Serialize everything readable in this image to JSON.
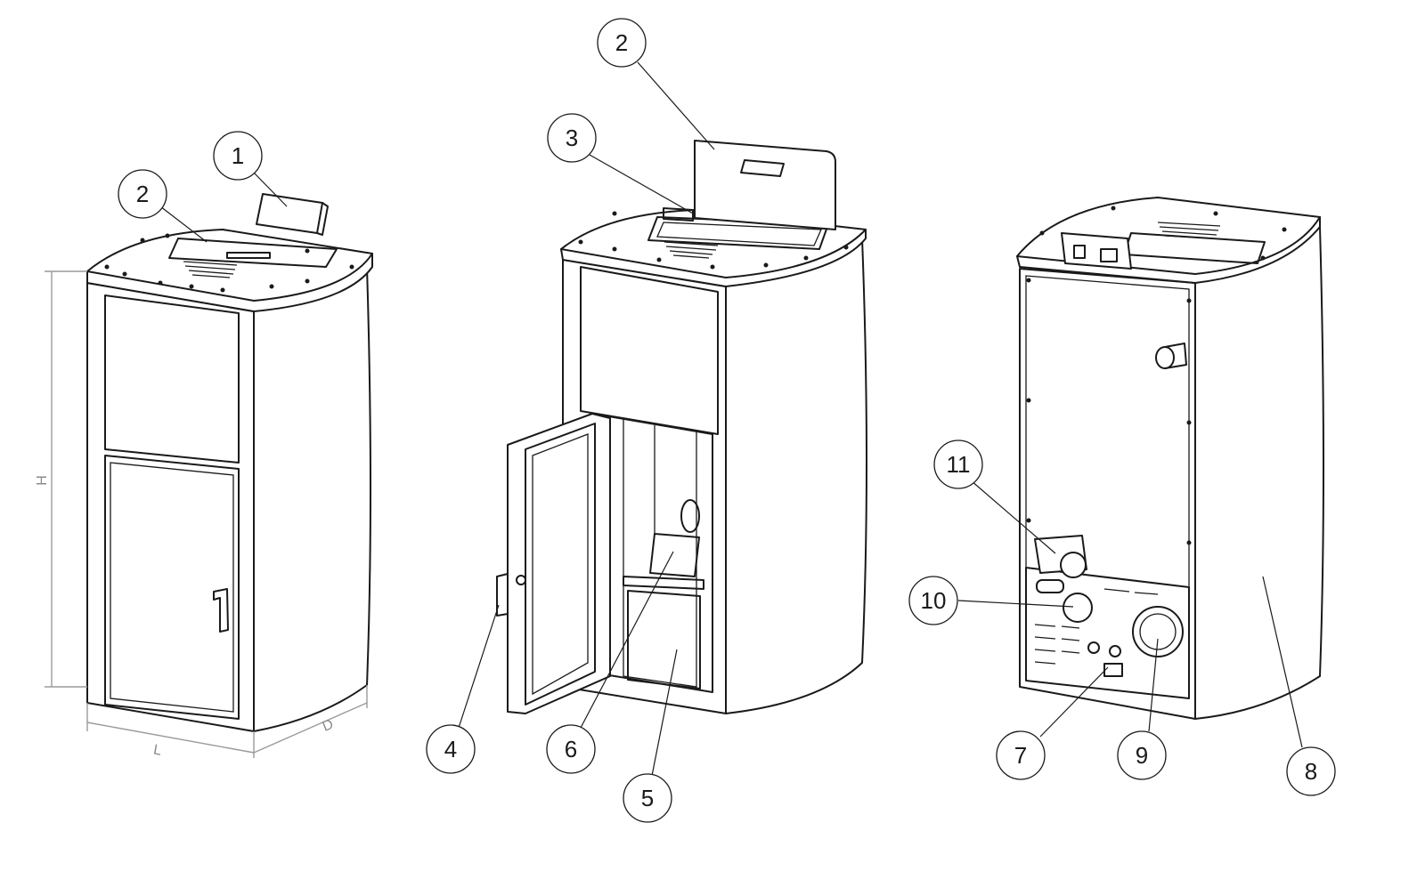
{
  "dimensions": {
    "height": "H",
    "length": "L",
    "depth": "D"
  },
  "callouts": {
    "c1": "1",
    "c2a": "2",
    "c2b": "2",
    "c3": "3",
    "c4": "4",
    "c5": "5",
    "c6": "6",
    "c7": "7",
    "c8": "8",
    "c9": "9",
    "c10": "10",
    "c11": "11"
  }
}
